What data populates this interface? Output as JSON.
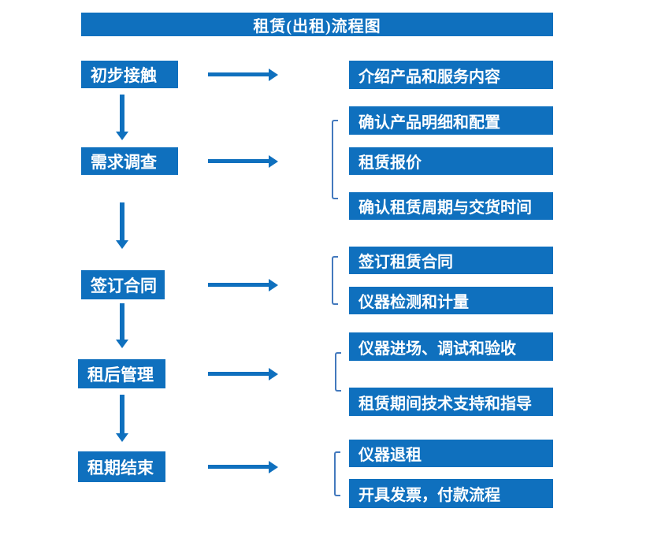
{
  "title": "租赁(出租)流程图",
  "colors": {
    "box_fill": "#0F70BE",
    "bracket_line": "#4379BD",
    "text": "#FFFFFF",
    "background": "#FFFFFF"
  },
  "steps": [
    {
      "label": "初步接触",
      "details": [
        "介绍产品和服务内容"
      ]
    },
    {
      "label": "需求调查",
      "details": [
        "确认产品明细和配置",
        "租赁报价",
        "确认租赁周期与交货时间"
      ]
    },
    {
      "label": "签订合同",
      "details": [
        "签订租赁合同",
        "仪器检测和计量"
      ]
    },
    {
      "label": "租后管理",
      "details": [
        "仪器进场、调试和验收",
        "租赁期间技术支持和指导"
      ]
    },
    {
      "label": "租期结束",
      "details": [
        "仪器退租",
        "开具发票，付款流程"
      ]
    }
  ]
}
